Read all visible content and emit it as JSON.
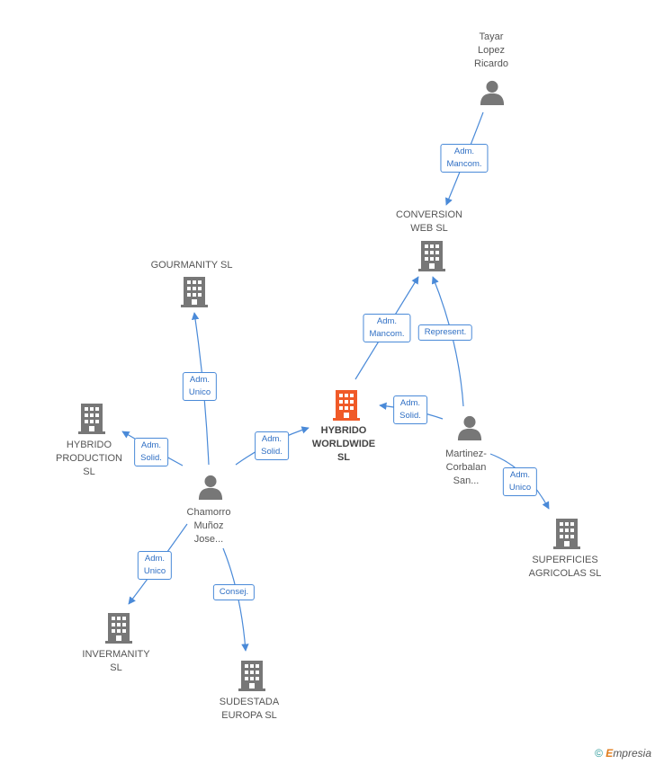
{
  "colors": {
    "edge": "#4a8ad8",
    "company": "#777777",
    "focus_company": "#f05a28",
    "person": "#777777"
  },
  "nodes": {
    "hybrido_worldwide": {
      "label": "HYBRIDO\nWORLDWIDE\nSL",
      "kind": "company-focus"
    },
    "conversion_web": {
      "label": "CONVERSION\nWEB SL",
      "kind": "company"
    },
    "gourmanity": {
      "label": "GOURMANITY SL",
      "kind": "company"
    },
    "hybrido_production": {
      "label": "HYBRIDO\nPRODUCTION\nSL",
      "kind": "company"
    },
    "invermanity": {
      "label": "INVERMANITY\nSL",
      "kind": "company"
    },
    "sudestada": {
      "label": "SUDESTADA\nEUROPA SL",
      "kind": "company"
    },
    "superficies": {
      "label": "SUPERFICIES\nAGRICOLAS SL",
      "kind": "company"
    },
    "tayar": {
      "label": "Tayar\nLopez\nRicardo",
      "kind": "person"
    },
    "chamorro": {
      "label": "Chamorro\nMuñoz\nJose...",
      "kind": "person"
    },
    "martinez": {
      "label": "Martinez-\nCorbalan\nSan...",
      "kind": "person"
    }
  },
  "edges": {
    "tayar_conversion": {
      "label": "Adm.\nMancom."
    },
    "hybrido_conversion": {
      "label": "Adm.\nMancom."
    },
    "martinez_conversion": {
      "label": "Represent."
    },
    "martinez_hybrido": {
      "label": "Adm.\nSolid."
    },
    "martinez_superficies": {
      "label": "Adm.\nUnico"
    },
    "chamorro_gourmanity": {
      "label": "Adm.\nUnico"
    },
    "chamorro_hybrido": {
      "label": "Adm.\nSolid."
    },
    "chamorro_production": {
      "label": "Adm.\nSolid."
    },
    "chamorro_invermanity": {
      "label": "Adm.\nUnico"
    },
    "chamorro_sudestada": {
      "label": "Consej."
    }
  },
  "footer": {
    "copyright": "©",
    "brand_initial": "E",
    "brand_rest": "mpresia"
  }
}
